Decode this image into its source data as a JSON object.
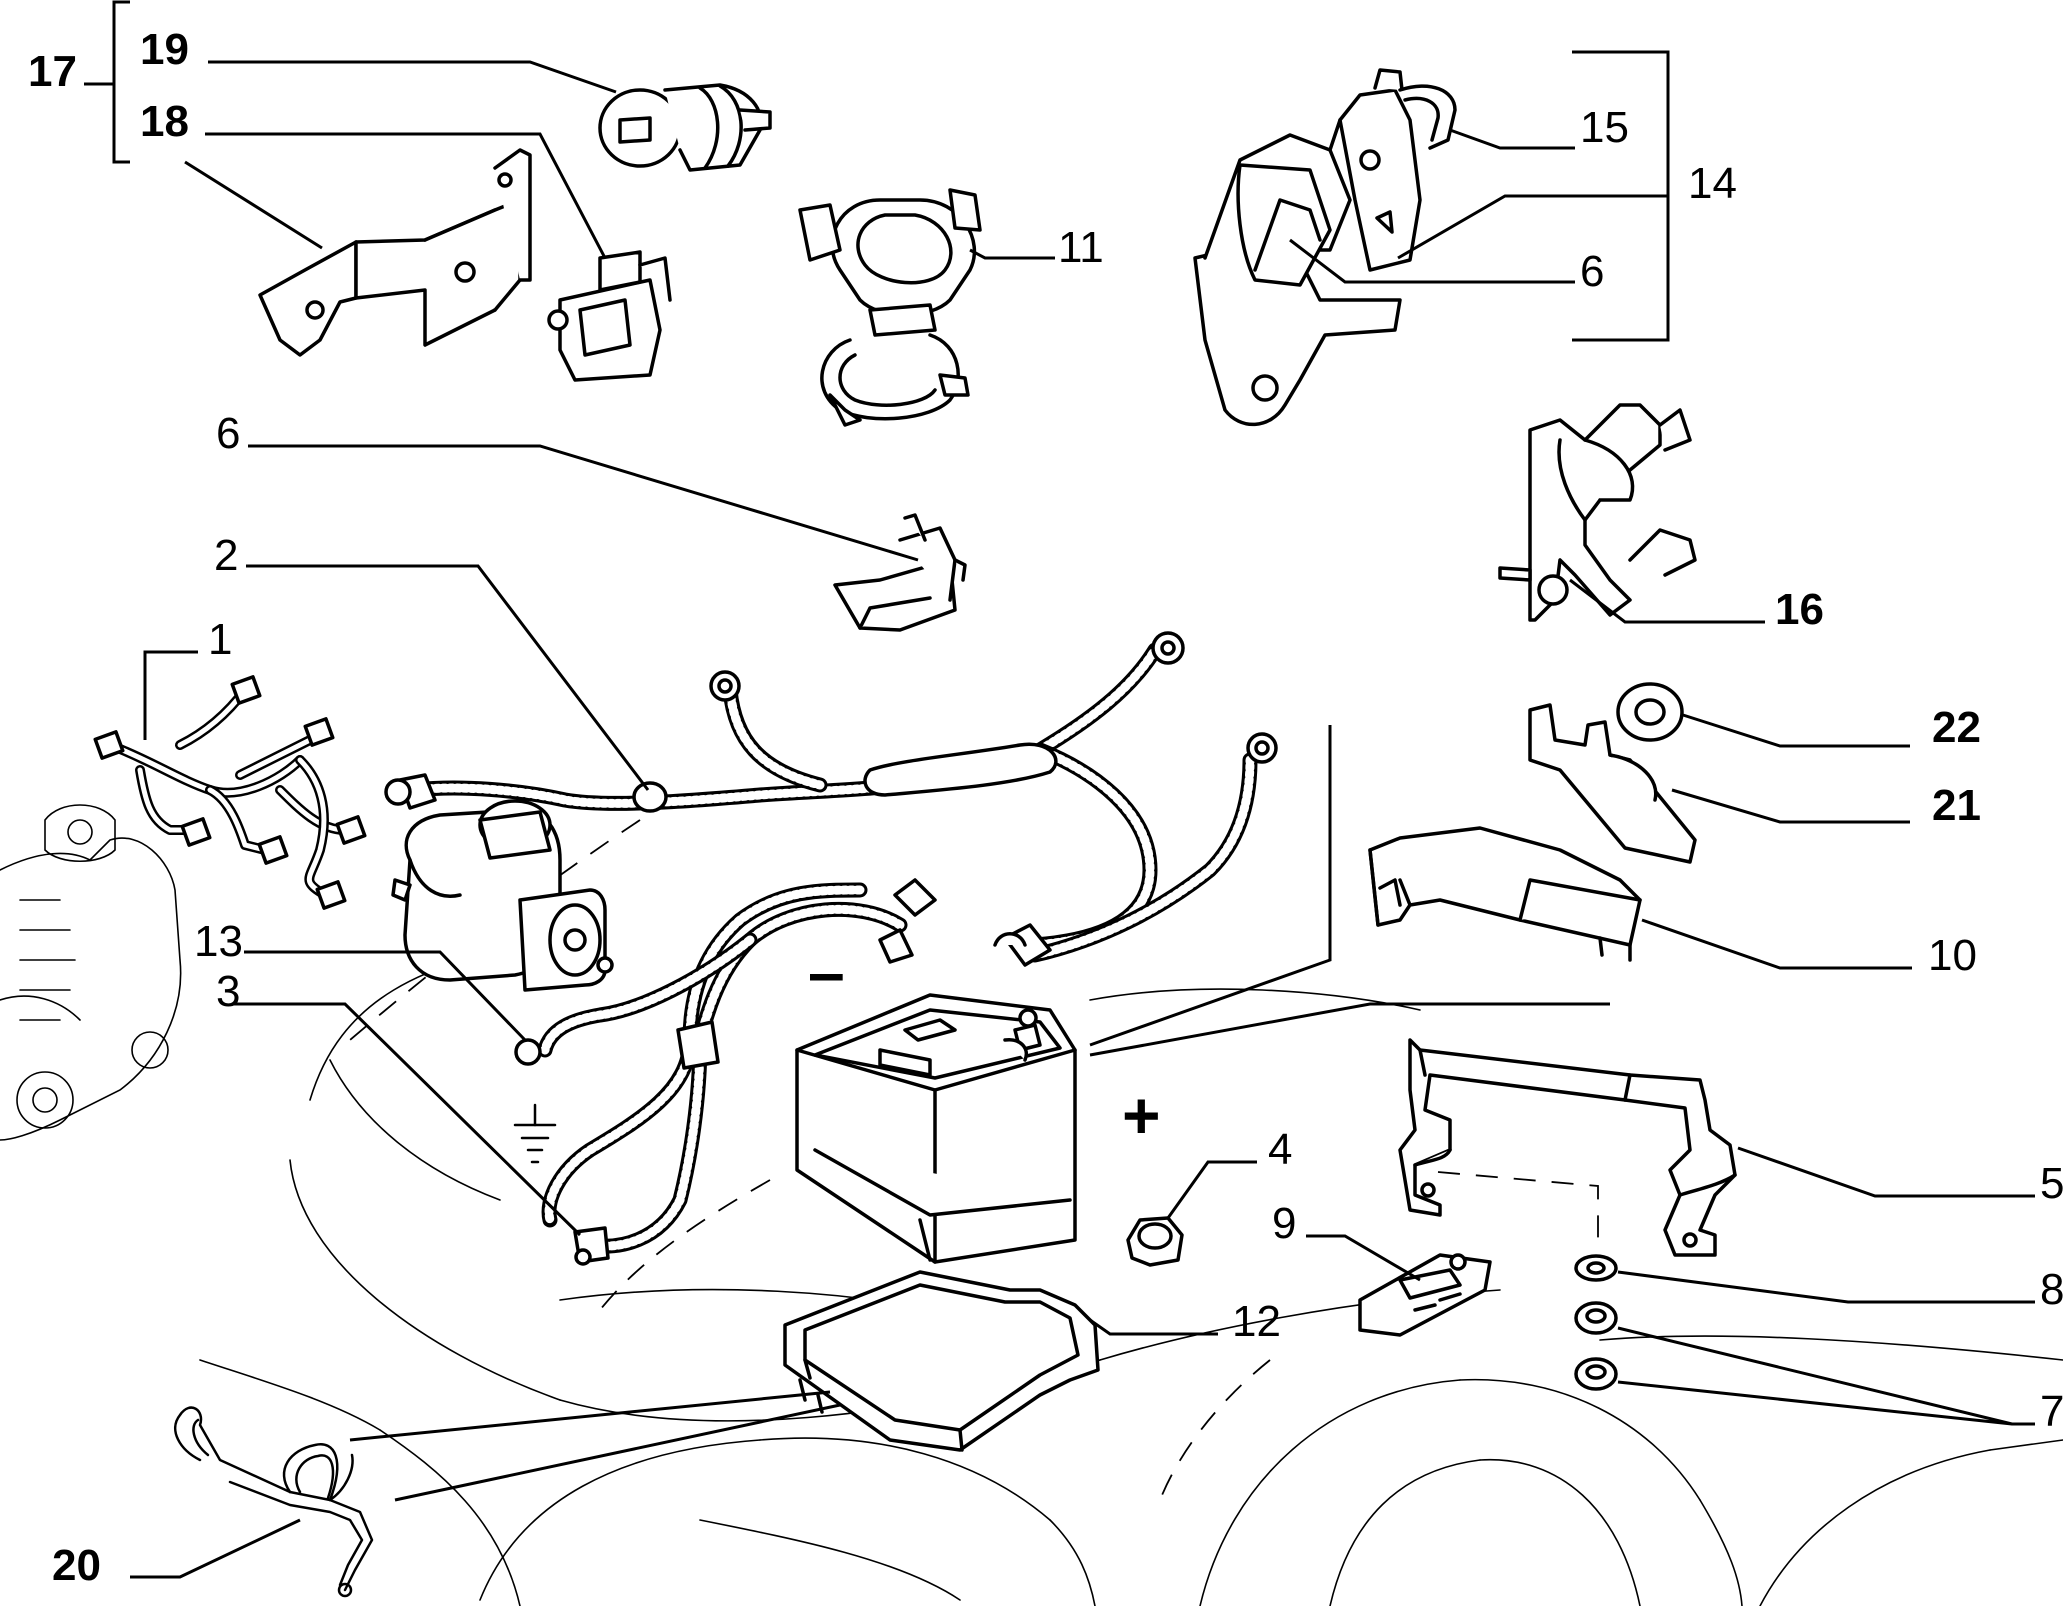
{
  "callouts": {
    "c17": "17",
    "c19": "19",
    "c18": "18",
    "c11": "11",
    "c15": "15",
    "c14": "14",
    "c6a": "6",
    "c6b": "6",
    "c2": "2",
    "c1": "1",
    "c16": "16",
    "c22": "22",
    "c21": "21",
    "c10": "10",
    "c13": "13",
    "c3": "3",
    "c4": "4",
    "c9": "9",
    "c5": "5",
    "c8": "8",
    "c12": "12",
    "c7": "7",
    "c20": "20"
  },
  "terminals": {
    "negative": "–",
    "positive": "+"
  }
}
